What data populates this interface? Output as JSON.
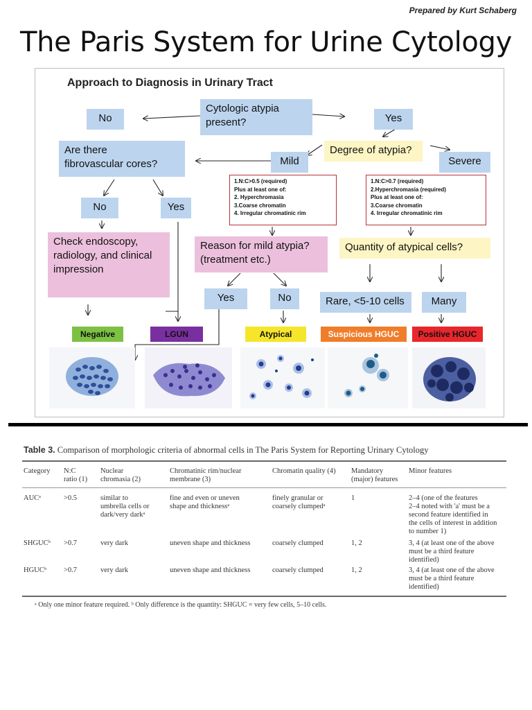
{
  "credit": "Prepared by Kurt Schaberg",
  "title": "The Paris System for Urine Cytology",
  "diagram": {
    "heading": "Approach to Diagnosis in Urinary Tract",
    "nodes": {
      "atypia_present": "Cytologic atypia\npresent?",
      "no_top": "No",
      "yes_top": "Yes",
      "fibro": "Are there\nfibrovascular cores?",
      "degree": "Degree of atypia?",
      "mild": "Mild",
      "severe": "Severe",
      "no_cores": "No",
      "yes_cores": "Yes",
      "check": "Check endoscopy,\nradiology, and clinical\nimpression",
      "reason": "Reason for mild atypia?\n(treatment etc.)",
      "quantity": "Quantity of atypical cells?",
      "yes_reason": "Yes",
      "no_reason": "No",
      "rare": "Rare, <5-10 cells",
      "many": "Many"
    },
    "criteria_mild": "1.N:C>0.5 (required)\nPlus at least one of:\n2. Hyperchromasia\n3.Coarse chromatin\n4. Irregular chromatinic rim",
    "criteria_severe": "1.N:C>0.7 (required)\n2.Hyperchromasia (required)\nPlus at least one of:\n3.Coarse chromatin\n4. Irregular chromatinic rim",
    "diagnoses": [
      {
        "label": "Negative",
        "color": "#7dc143",
        "text_color": "#111111"
      },
      {
        "label": "LGUN",
        "color": "#7a2fa0",
        "text_color": "#111111"
      },
      {
        "label": "Atypical",
        "color": "#f5e62b",
        "text_color": "#111111"
      },
      {
        "label": "Suspicious HGUC",
        "color": "#f07d2a",
        "text_color": "#ffffff"
      },
      {
        "label": "Positive HGUC",
        "color": "#e8262c",
        "text_color": "#111111"
      }
    ]
  },
  "table": {
    "caption_bold": "Table 3.",
    "caption_text": " Comparison of morphologic criteria of abnormal cells in The Paris System for Reporting Urinary Cytology",
    "headers": [
      "Category",
      "N:C\nratio (1)",
      "Nuclear\nchromasia (2)",
      "Chromatinic rim/nuclear\nmembrane (3)",
      "Chromatin quality (4)",
      "Mandatory\n(major) features",
      "Minor features"
    ],
    "rows": [
      [
        "AUCᵃ",
        ">0.5",
        "similar to\numbrella cells or\ndark/very darkᵃ",
        "fine and even or uneven\nshape and thicknessᵃ",
        "finely granular or\ncoarsely clumpedᵃ",
        "1",
        "2–4 (one of the features\n2–4 noted with 'a' must be a\nsecond feature identified in\nthe cells of interest in addition\nto number 1)"
      ],
      [
        "SHGUCᵇ",
        ">0.7",
        "very dark",
        "uneven shape and thickness",
        "coarsely clumped",
        "1, 2",
        "3, 4 (at least one of the above\nmust be a third feature\nidentified)"
      ],
      [
        "HGUCᵇ",
        ">0.7",
        "very dark",
        "uneven shape and thickness",
        "coarsely clumped",
        "1, 2",
        "3, 4 (at least one of the above\nmust be a third feature\nidentified)"
      ]
    ],
    "footnote": "ᵃ Only one minor feature required. ᵇ Only difference is the quantity: SHGUC = very few cells, 5–10 cells."
  }
}
